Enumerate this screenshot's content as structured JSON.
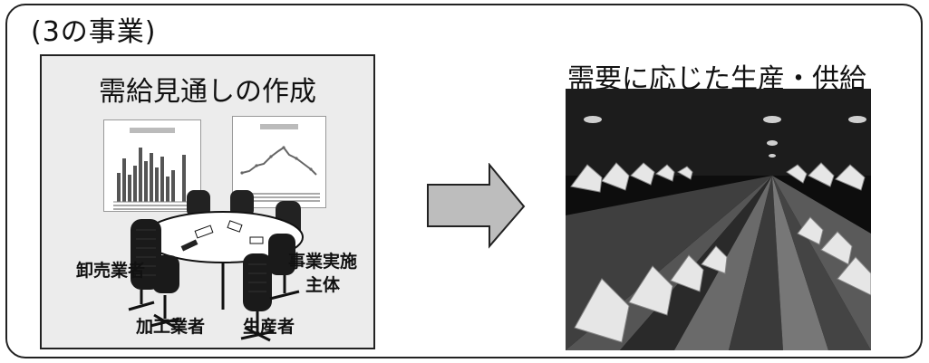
{
  "section_title": "(3の事業)",
  "left": {
    "title": "需給見通しの作成",
    "roles": {
      "wholesaler": "卸売業者",
      "implementer_line1": "事業実施",
      "implementer_line2": "主体",
      "processor": "加工業者",
      "producer": "生産者"
    }
  },
  "right": {
    "title": "需要に応じた生産・供給"
  },
  "icons": {
    "arrow": "right-arrow-icon",
    "meeting": "meeting-table-icon",
    "photo": "poultry-house-photo"
  }
}
